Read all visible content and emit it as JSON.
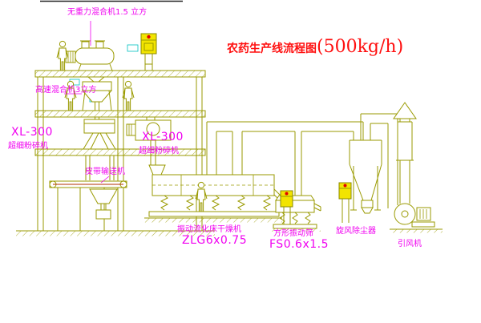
{
  "title": {
    "prefix": "农药生产线流程图",
    "capacity": "(500kg/h)"
  },
  "labels": {
    "top_mixer": "无重力混合机1.5 立方",
    "high_speed_mixer": "高速混合机3立方",
    "left_mill_model": "XL-300",
    "left_mill_name": "超细粉碎机",
    "mid_mill_model": "XL-300",
    "mid_mill_name": "超细粉碎机",
    "belt_conveyor": "皮带输送机",
    "dryer_name": "振动流化床干燥机",
    "dryer_model": "ZLG6x0.75",
    "sieve_name": "方形振动筛",
    "sieve_model": "FS0.6x1.5",
    "cyclone": "旋风除尘器",
    "fan": "引风机"
  },
  "colors": {
    "line_olive": "#9a9a00",
    "label_magenta": "#f000f0",
    "title_red": "#ff1010",
    "panel_yellow": "#f2e400",
    "indicator_red": "#e00000",
    "tag_cyan": "#00c0c0"
  }
}
